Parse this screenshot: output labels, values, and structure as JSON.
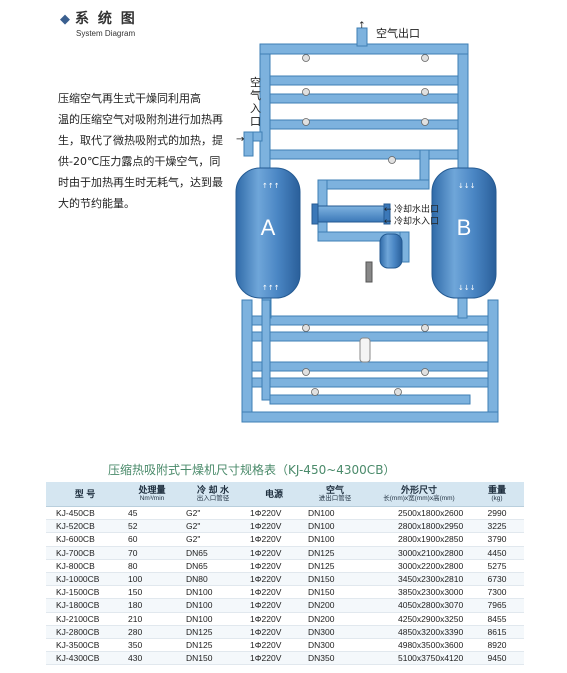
{
  "heading": {
    "title": "系 统 图",
    "subtitle": "System Diagram"
  },
  "intro": {
    "lines": [
      "压缩空气再生式干燥同利用高",
      "温的压缩空气对吸附剂进行加热再",
      "生，取代了微热吸附式的加热，提",
      "供-20℃压力露点的干燥空气，同",
      "时由于加热再生时无耗气，达到最",
      "大的节约能量。"
    ]
  },
  "diagram": {
    "tower_a": "A",
    "tower_b": "B",
    "air_outlet": "空气出口",
    "air_inlet_chars": [
      "空",
      "气",
      "入",
      "口"
    ],
    "cooling_water_outlet": "冷却水出口",
    "cooling_water_inlet": "冷却水入口",
    "colors": {
      "pipe": "#6aa5d6",
      "pipe_edge": "#3e7fb4",
      "tower": "#3f7dbd",
      "tower_light": "#8ab8e0"
    }
  },
  "table": {
    "title": "压缩热吸附式干燥机尺寸规格表（KJ-450~4300CB）",
    "headers": [
      {
        "main": "型  号",
        "sub": ""
      },
      {
        "main": "处理量",
        "sub": "Nm³/min"
      },
      {
        "main": "冷 却 水",
        "sub": "出入口管径"
      },
      {
        "main": "电源",
        "sub": ""
      },
      {
        "main": "空气",
        "sub": "进出口管径"
      },
      {
        "main": "外形尺寸",
        "sub": "长(mm)x宽(mm)x高(mm)"
      },
      {
        "main": "重量",
        "sub": "(kg)"
      }
    ],
    "rows": [
      [
        "KJ-450CB",
        "45",
        "G2\"",
        "1Φ220V",
        "DN100",
        "2500x1800x2600",
        "2990"
      ],
      [
        "KJ-520CB",
        "52",
        "G2\"",
        "1Φ220V",
        "DN100",
        "2800x1800x2950",
        "3225"
      ],
      [
        "KJ-600CB",
        "60",
        "G2\"",
        "1Φ220V",
        "DN100",
        "2800x1900x2850",
        "3790"
      ],
      [
        "KJ-700CB",
        "70",
        "DN65",
        "1Φ220V",
        "DN125",
        "3000x2100x2800",
        "4450"
      ],
      [
        "KJ-800CB",
        "80",
        "DN65",
        "1Φ220V",
        "DN125",
        "3000x2200x2800",
        "5275"
      ],
      [
        "KJ-1000CB",
        "100",
        "DN80",
        "1Φ220V",
        "DN150",
        "3450x2300x2810",
        "6730"
      ],
      [
        "KJ-1500CB",
        "150",
        "DN100",
        "1Φ220V",
        "DN150",
        "3850x2300x3000",
        "7300"
      ],
      [
        "KJ-1800CB",
        "180",
        "DN100",
        "1Φ220V",
        "DN200",
        "4050x2800x3070",
        "7965"
      ],
      [
        "KJ-2100CB",
        "210",
        "DN100",
        "1Φ220V",
        "DN200",
        "4250x2900x3250",
        "8455"
      ],
      [
        "KJ-2800CB",
        "280",
        "DN125",
        "1Φ220V",
        "DN300",
        "4850x3200x3390",
        "8615"
      ],
      [
        "KJ-3500CB",
        "350",
        "DN125",
        "1Φ220V",
        "DN300",
        "4980x3500x3600",
        "8920"
      ],
      [
        "KJ-4300CB",
        "430",
        "DN150",
        "1Φ220V",
        "DN350",
        "5100x3750x4120",
        "9450"
      ]
    ]
  }
}
